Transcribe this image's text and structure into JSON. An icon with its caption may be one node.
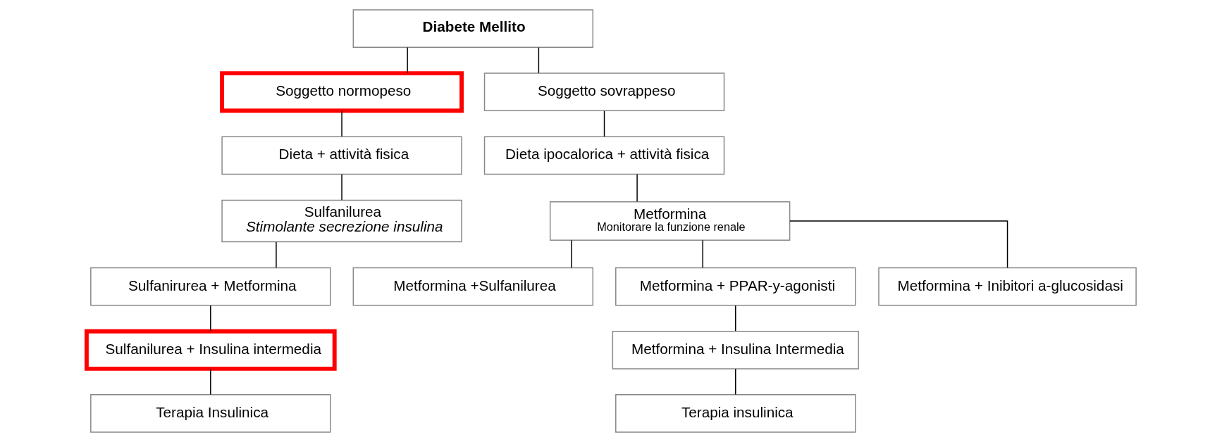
{
  "diagram": {
    "nodes": [
      {
        "text": [
          "Diabete Mellito"
        ]
      },
      {
        "text": [
          "Soggetto normopeso"
        ]
      },
      {
        "text": [
          "Dieta + attività fisica"
        ]
      },
      {
        "text": [
          "Sulfanilurea",
          "Stimolante secrezione insulina"
        ]
      },
      {
        "text": [
          "Sulfanirurea + Metformina"
        ]
      },
      {
        "text": [
          "Sulfanilurea + Insulina intermedia"
        ]
      },
      {
        "text": [
          "Terapia Insulinica"
        ]
      },
      {
        "text": [
          "Soggetto sovrappeso"
        ]
      },
      {
        "text": [
          "Dieta ipocalorica + attività fisica"
        ]
      },
      {
        "text": [
          "Metformina",
          "Monitorare la funzione renale"
        ]
      },
      {
        "text": [
          "Metformina +Sulfanilurea"
        ]
      },
      {
        "text": [
          "Metformina + PPAR-y-agonisti"
        ]
      },
      {
        "text": [
          "Metformina + Inibitori a-glucosidasi"
        ]
      },
      {
        "text": [
          "Metformina + Insulina Intermedia"
        ]
      },
      {
        "text": [
          "Terapia insulinica"
        ]
      }
    ],
    "edges": [
      {
        "from": 0,
        "to": 1,
        "arrow": "none"
      },
      {
        "from": 0,
        "to": 7,
        "arrow": "none"
      },
      {
        "from": 1,
        "to": 2,
        "arrow": "none"
      },
      {
        "from": 2,
        "to": 3,
        "arrow": "none"
      },
      {
        "from": 3,
        "to": 4,
        "arrow": "none"
      },
      {
        "from": 4,
        "to": 5,
        "arrow": "none"
      },
      {
        "from": 5,
        "to": 6,
        "arrow": "none"
      },
      {
        "from": 7,
        "to": 8,
        "arrow": "none"
      },
      {
        "from": 8,
        "to": 9,
        "arrow": "none"
      },
      {
        "from": 9,
        "to": 10,
        "arrow": "none"
      },
      {
        "from": 9,
        "to": 11,
        "arrow": "none"
      },
      {
        "from": 9,
        "to": 12,
        "arrow": "none"
      },
      {
        "from": 11,
        "to": 13,
        "arrow": "none"
      },
      {
        "from": 13,
        "to": 14,
        "arrow": "none"
      }
    ]
  }
}
